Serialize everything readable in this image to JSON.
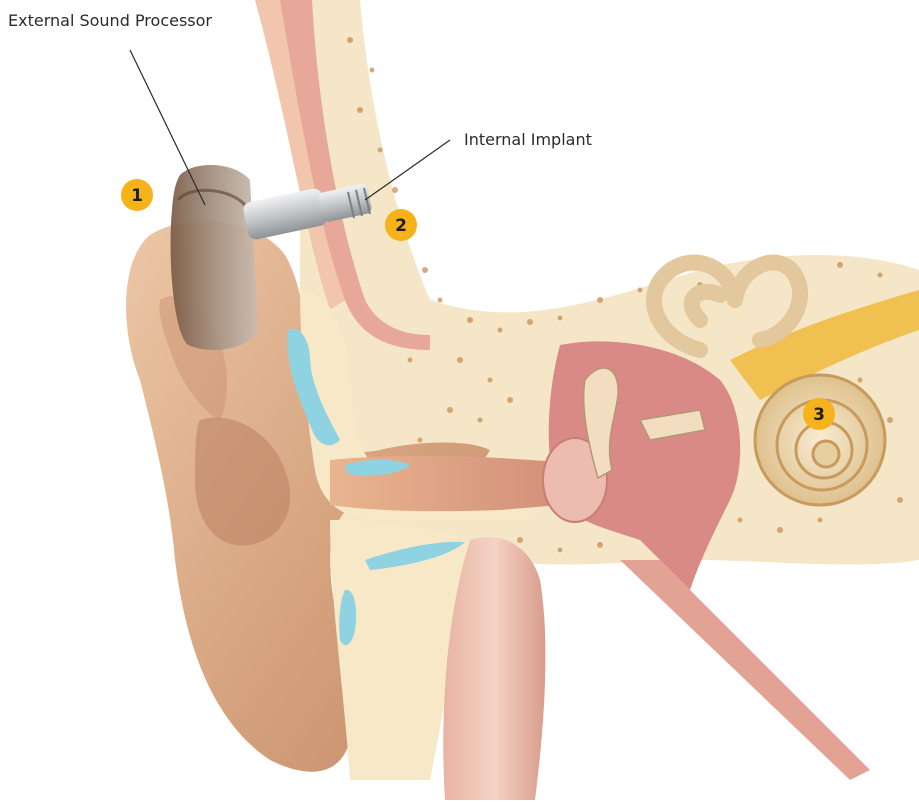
{
  "labels": {
    "external_processor": "External Sound Processor",
    "internal_implant": "Internal Implant"
  },
  "markers": [
    "1",
    "2",
    "3"
  ],
  "colors": {
    "marker_fill": "#f5b21a",
    "bone": "#f4e6c6",
    "skin": "#e2b794",
    "skin_dark": "#b97f60",
    "canal": "#f0c4a9",
    "fluid": "#8fd2e2",
    "middle_ear": "#d98a86",
    "cochlea": "#e9d3a6",
    "nerve": "#f0c050",
    "processor": "#b9a99b",
    "implant": "#cfd2d4"
  }
}
